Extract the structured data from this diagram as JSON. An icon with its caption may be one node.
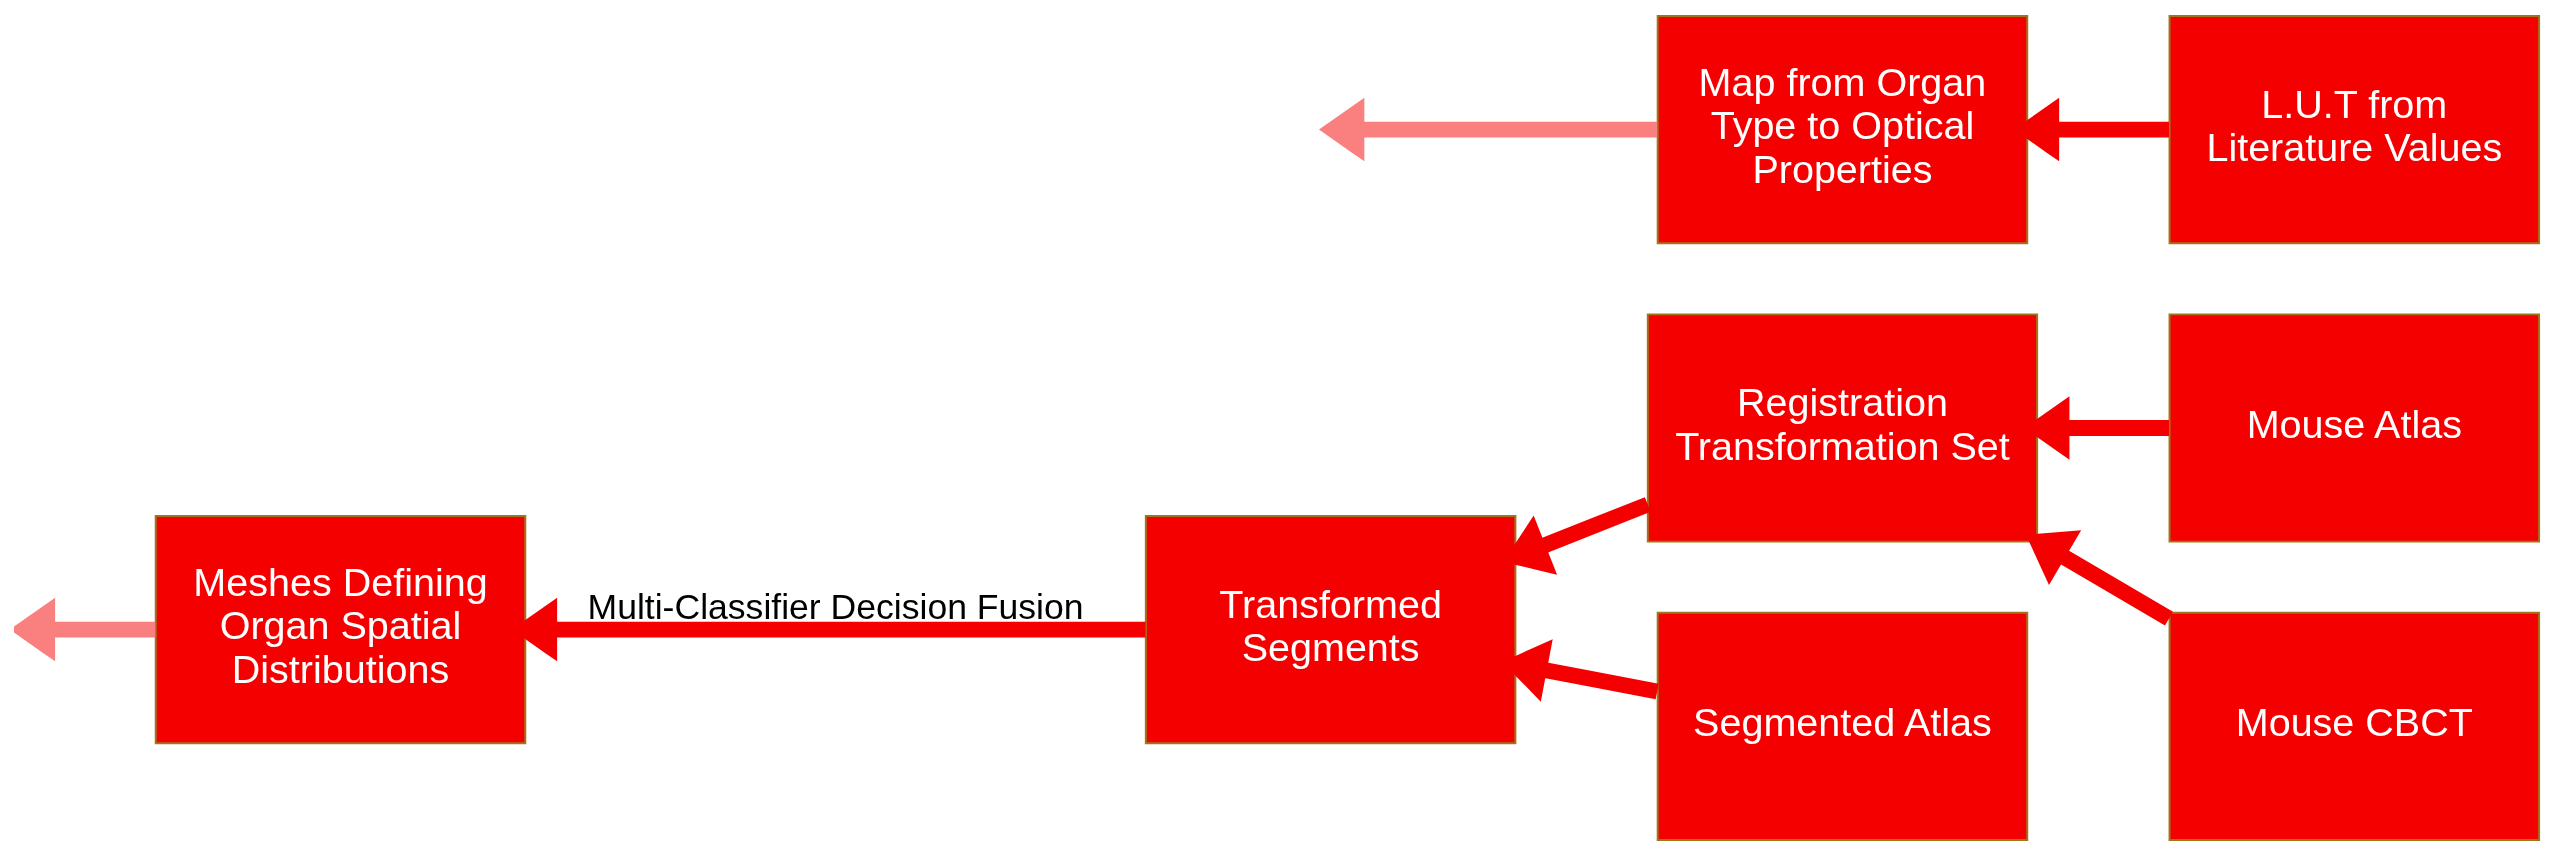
{
  "diagram": {
    "nodes": [
      {
        "text": [
          "Mouse Atlas"
        ]
      },
      {
        "text": [
          "Mouse CBCT"
        ]
      },
      {
        "text": [
          "Registration Transformation Set"
        ]
      },
      {
        "text": [
          "Map from Organ Type to Optical Properties"
        ]
      },
      {
        "text": [
          "L.U.T from Literature Values"
        ]
      },
      {
        "text": [
          "Meshes Defining Organ Spatial Distributions"
        ]
      },
      {
        "text": [
          "Transformed Segments"
        ]
      },
      {
        "text": [
          "Segmented Atlas"
        ]
      }
    ],
    "edges": [
      {
        "from": 0,
        "to": 2,
        "arrow": "to"
      },
      {
        "from": 1,
        "to": 2,
        "arrow": "to"
      },
      {
        "from": 4,
        "to": 3,
        "arrow": "to"
      },
      {
        "from": 3,
        "to": null,
        "arrow": "to",
        "color": "#fa8080"
      },
      {
        "from": 5,
        "to": null,
        "arrow": "to",
        "color": "#fa8080"
      },
      {
        "from": 6,
        "to": 5,
        "arrow": "to",
        "label": "Multi-Classifier Decision Fusion"
      },
      {
        "from": 7,
        "to": 6,
        "arrow": "to"
      },
      {
        "from": 2,
        "to": 6,
        "arrow": "to"
      }
    ]
  }
}
